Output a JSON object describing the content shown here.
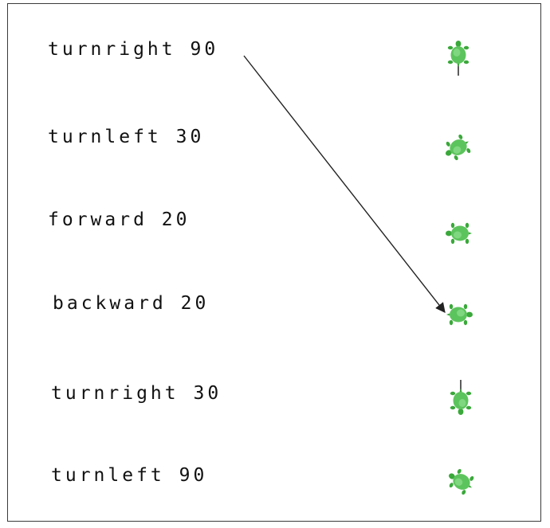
{
  "commands": [
    {
      "label": "turnright 90"
    },
    {
      "label": "turnleft 30"
    },
    {
      "label": "forward 20"
    },
    {
      "label": "backward 20"
    },
    {
      "label": "turnright 30"
    },
    {
      "label": "turnleft 90"
    }
  ],
  "turtles": [
    {
      "icon": "turtle-icon",
      "heading_deg": 0,
      "pen_line": true
    },
    {
      "icon": "turtle-icon",
      "heading_deg": 240,
      "pen_line": false
    },
    {
      "icon": "turtle-icon",
      "heading_deg": 270,
      "pen_line": false
    },
    {
      "icon": "turtle-icon",
      "heading_deg": 90,
      "pen_line": false
    },
    {
      "icon": "turtle-icon",
      "heading_deg": 180,
      "pen_line": true
    },
    {
      "icon": "turtle-icon",
      "heading_deg": 300,
      "pen_line": false
    }
  ],
  "links": [
    {
      "from_command": 0,
      "to_turtle": 3
    }
  ],
  "colors": {
    "turtle_body": "#5cc45c",
    "turtle_shell_light": "#8fe08f",
    "turtle_legs": "#3aa83a",
    "arrow": "#222222",
    "frame_border": "#3a3a3a"
  }
}
